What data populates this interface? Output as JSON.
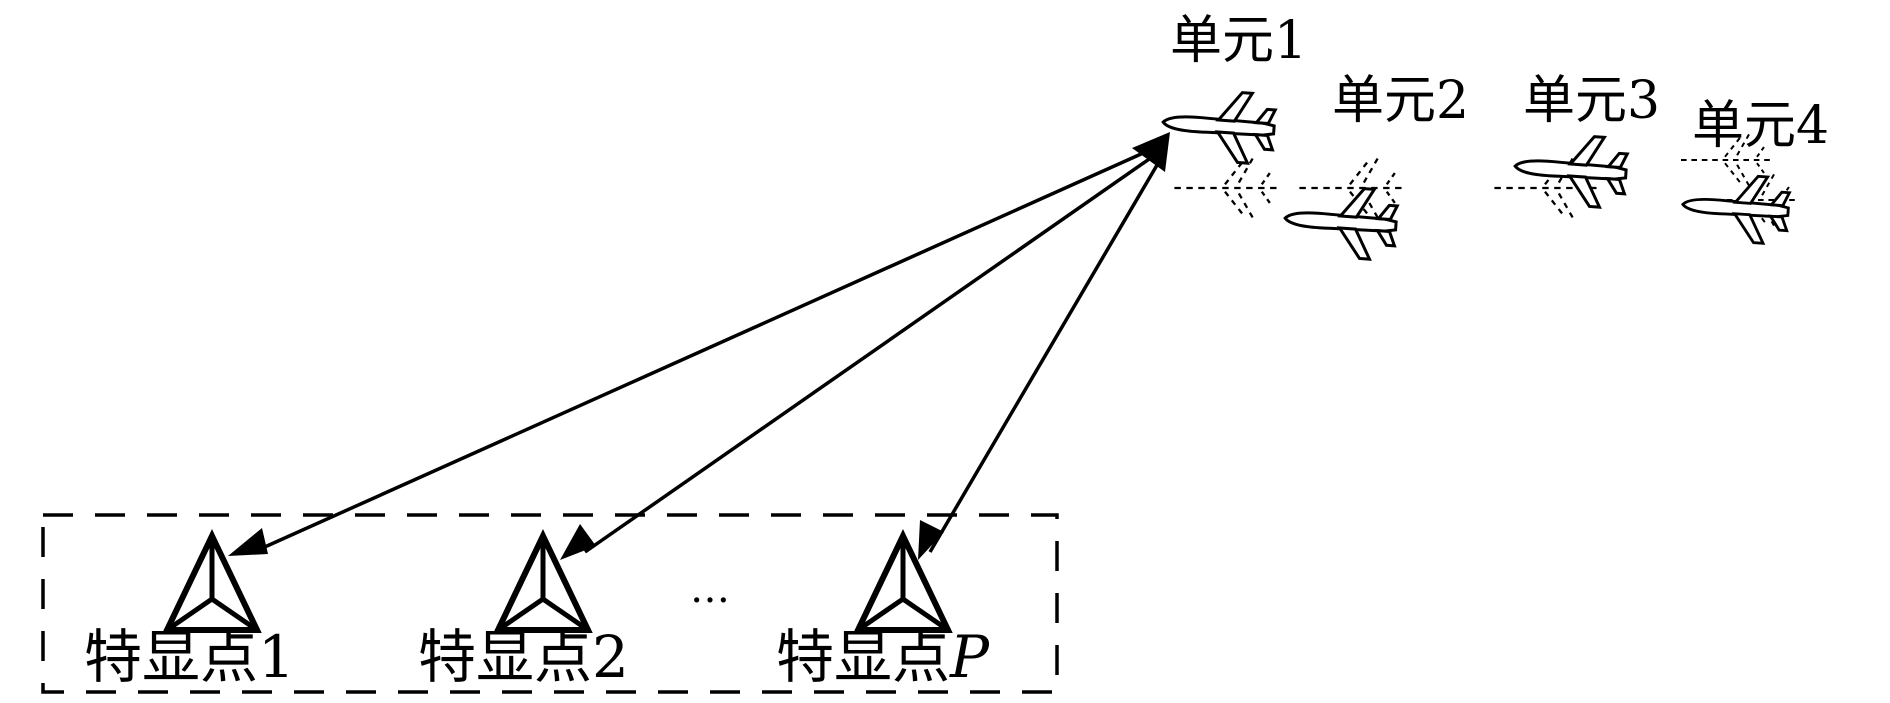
{
  "units": {
    "u1": {
      "label": "单元1"
    },
    "u2": {
      "label": "单元2"
    },
    "u3": {
      "label": "单元3"
    },
    "u4": {
      "label": "单元4"
    }
  },
  "points": {
    "p1": {
      "label": "特显点1"
    },
    "p2": {
      "label": "特显点2"
    },
    "pP": {
      "label": "特显点",
      "label_var": "P"
    }
  },
  "ellipsis": "…",
  "colors": {
    "stroke": "#000000",
    "background": "#ffffff"
  }
}
